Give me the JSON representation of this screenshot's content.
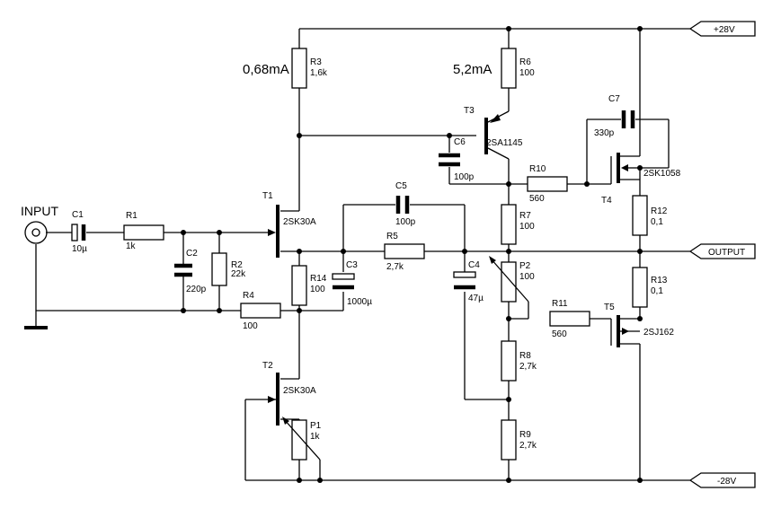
{
  "rails": {
    "pos": "+28V",
    "neg": "-28V",
    "output": "OUTPUT",
    "input": "INPUT"
  },
  "currents": {
    "i1": "0,68mA",
    "i2": "5,2mA"
  },
  "components": {
    "C1": {
      "name": "C1",
      "value": "10µ"
    },
    "R1": {
      "name": "R1",
      "value": "1k"
    },
    "C2": {
      "name": "C2",
      "value": "220p"
    },
    "R2": {
      "name": "R2",
      "value": "22k"
    },
    "R4": {
      "name": "R4",
      "value": "100"
    },
    "R3": {
      "name": "R3",
      "value": "1,6k"
    },
    "T1": {
      "name": "T1",
      "value": "2SK30A"
    },
    "T2": {
      "name": "T2",
      "value": "2SK30A"
    },
    "R14": {
      "name": "R14",
      "value": "100"
    },
    "C3": {
      "name": "C3",
      "value": "1000µ"
    },
    "P1": {
      "name": "P1",
      "value": "1k"
    },
    "C5": {
      "name": "C5",
      "value": "100p"
    },
    "R5": {
      "name": "R5",
      "value": "2,7k"
    },
    "C4": {
      "name": "C4",
      "value": "47µ"
    },
    "R6": {
      "name": "R6",
      "value": "100"
    },
    "T3": {
      "name": "T3",
      "value": "2SA1145"
    },
    "C6": {
      "name": "C6",
      "value": "100p"
    },
    "R10": {
      "name": "R10",
      "value": "560"
    },
    "R7": {
      "name": "R7",
      "value": "100"
    },
    "P2": {
      "name": "P2",
      "value": "100"
    },
    "R8": {
      "name": "R8",
      "value": "2,7k"
    },
    "R9": {
      "name": "R9",
      "value": "2,7k"
    },
    "R11": {
      "name": "R11",
      "value": "560"
    },
    "C7": {
      "name": "C7",
      "value": "330p"
    },
    "T4": {
      "name": "T4",
      "value": "2SK1058"
    },
    "T5": {
      "name": "T5",
      "value": "2SJ162"
    },
    "R12": {
      "name": "R12",
      "value": "0,1"
    },
    "R13": {
      "name": "R13",
      "value": "0,1"
    }
  }
}
